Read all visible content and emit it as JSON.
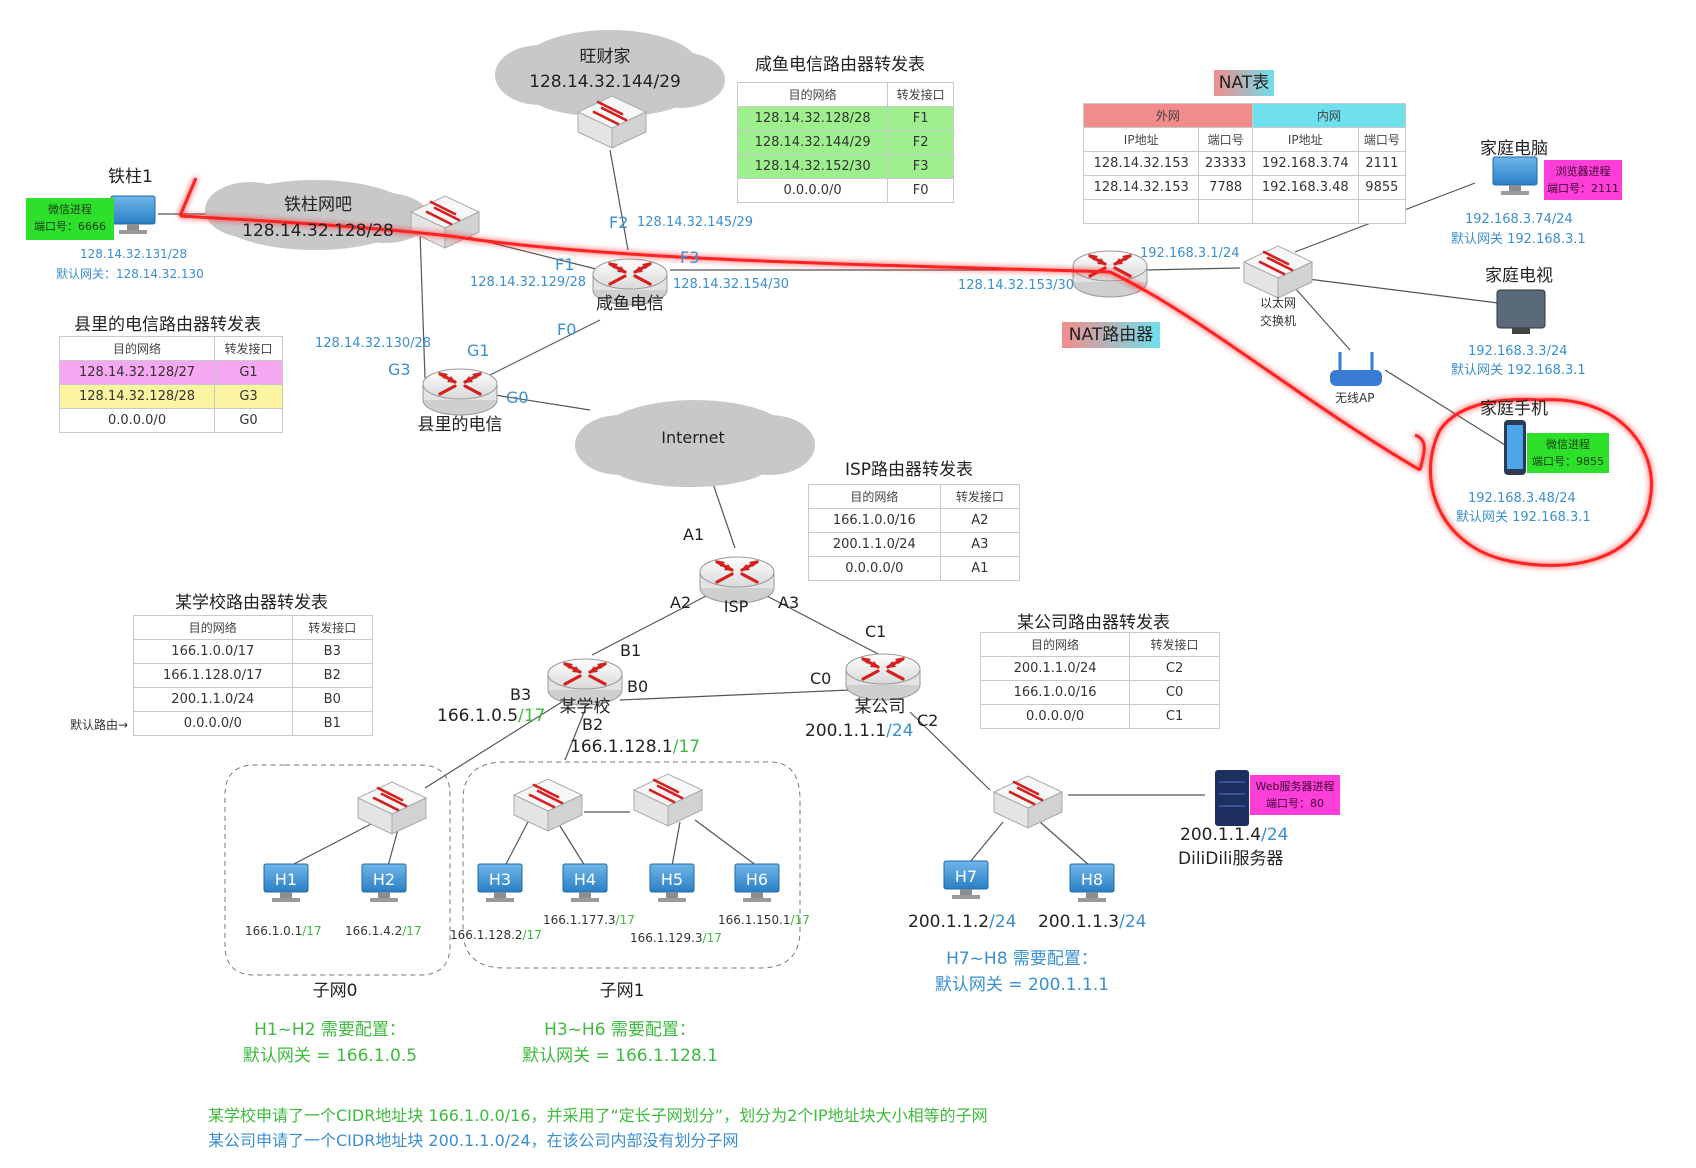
{
  "clouds": {
    "wangcai": {
      "name": "旺财家",
      "net": "128.14.32.144/29"
    },
    "netbar": {
      "name": "铁柱网吧",
      "net": "128.14.32.128/28"
    },
    "internet": {
      "name": "Internet"
    }
  },
  "tiezhu": {
    "name": "铁柱1",
    "process": "微信进程",
    "port": "端口号：6666",
    "ip": "128.14.32.131/28",
    "gateway": "默认网关：128.14.32.130"
  },
  "xianyu": {
    "router_label": "咸鱼电信",
    "table_title": "咸鱼电信路由器转发表",
    "headers": [
      "目的网络",
      "转发接口"
    ],
    "rows": [
      [
        "128.14.32.128/28",
        "F1"
      ],
      [
        "128.14.32.144/29",
        "F2"
      ],
      [
        "128.14.32.152/30",
        "F3"
      ],
      [
        "0.0.0.0/0",
        "F0"
      ]
    ],
    "if_f2": "F2",
    "ip_f2": "128.14.32.145/29",
    "if_f1": "F1",
    "ip_f1": "128.14.32.129/28",
    "if_f3": "F3",
    "ip_f3": "128.14.32.154/30",
    "if_f0": "F0"
  },
  "county": {
    "router_label": "县里的电信",
    "table_title": "县里的电信路由器转发表",
    "headers": [
      "目的网络",
      "转发接口"
    ],
    "rows": [
      [
        "128.14.32.128/27",
        "G1"
      ],
      [
        "128.14.32.128/28",
        "G3"
      ],
      [
        "0.0.0.0/0",
        "G0"
      ]
    ],
    "ip_g3": "128.14.32.130/28",
    "if_g1": "G1",
    "if_g3": "G3",
    "if_g0": "G0"
  },
  "nat": {
    "title": "NAT表",
    "outer": "外网",
    "inner": "内网",
    "headers": [
      "IP地址",
      "端口号",
      "IP地址",
      "端口号"
    ],
    "rows": [
      [
        "128.14.32.153",
        "23333",
        "192.168.3.74",
        "2111"
      ],
      [
        "128.14.32.153",
        "7788",
        "192.168.3.48",
        "9855"
      ],
      [
        "",
        "",
        "",
        ""
      ]
    ],
    "router_label": "NAT路由器",
    "ip_in": "192.168.3.1/24",
    "ip_out": "128.14.32.153/30"
  },
  "home": {
    "switch_label": "以太网\n交换机",
    "switch_l1": "以太网",
    "switch_l2": "交换机",
    "pc_name": "家庭电脑",
    "pc_process": "浏览器进程",
    "pc_port": "端口号：2111",
    "pc_ip": "192.168.3.74/24",
    "pc_gw": "默认网关 192.168.3.1",
    "tv_name": "家庭电视",
    "tv_ip": "192.168.3.3/24",
    "tv_gw": "默认网关 192.168.3.1",
    "ap_label": "无线AP",
    "phone_name": "家庭手机",
    "phone_process": "微信进程",
    "phone_port": "端口号：9855",
    "phone_ip": "192.168.3.48/24",
    "phone_gw": "默认网关 192.168.3.1"
  },
  "isp": {
    "router_label": "ISP",
    "table_title": "ISP路由器转发表",
    "headers": [
      "目的网络",
      "转发接口"
    ],
    "rows": [
      [
        "166.1.0.0/16",
        "A2"
      ],
      [
        "200.1.1.0/24",
        "A3"
      ],
      [
        "0.0.0.0/0",
        "A1"
      ]
    ],
    "a1": "A1",
    "a2": "A2",
    "a3": "A3"
  },
  "school": {
    "router_label": "某学校",
    "table_title": "某学校路由器转发表",
    "headers": [
      "目的网络",
      "转发接口"
    ],
    "rows": [
      [
        "166.1.0.0/17",
        "B3"
      ],
      [
        "166.1.128.0/17",
        "B2"
      ],
      [
        "200.1.1.0/24",
        "B0"
      ],
      [
        "0.0.0.0/0",
        "B1"
      ]
    ],
    "default_route": "默认路由→",
    "b0": "B0",
    "b1": "B1",
    "b2": "B2",
    "b3": "B3",
    "b3_ip": "166.1.0.5",
    "b3_mask": "/17",
    "b2_ip": "166.1.128.1",
    "b2_mask": "/17"
  },
  "company": {
    "router_label": "某公司",
    "table_title": "某公司路由器转发表",
    "headers": [
      "目的网络",
      "转发接口"
    ],
    "rows": [
      [
        "200.1.1.0/24",
        "C2"
      ],
      [
        "166.1.0.0/16",
        "C0"
      ],
      [
        "0.0.0.0/0",
        "C1"
      ]
    ],
    "c0": "C0",
    "c1": "C1",
    "c2": "C2",
    "c2_ip": "200.1.1.1",
    "c2_mask": "/24"
  },
  "hosts": {
    "h1": {
      "name": "H1",
      "ip": "166.1.0.1",
      "mask": "/17"
    },
    "h2": {
      "name": "H2",
      "ip": "166.1.4.2",
      "mask": "/17"
    },
    "h3": {
      "name": "H3",
      "ip": "166.1.128.2",
      "mask": "/17"
    },
    "h4": {
      "name": "H4",
      "ip": "166.1.177.3",
      "mask": "/17"
    },
    "h5": {
      "name": "H5",
      "ip": "166.1.129.3",
      "mask": "/17"
    },
    "h6": {
      "name": "H6",
      "ip": "166.1.150.1",
      "mask": "/17"
    },
    "h7": {
      "name": "H7",
      "ip": "200.1.1.2",
      "mask": "/24"
    },
    "h8": {
      "name": "H8",
      "ip": "200.1.1.3",
      "mask": "/24"
    }
  },
  "server": {
    "process": "Web服务器进程",
    "port": "端口号：80",
    "ip": "200.1.1.4",
    "mask": "/24",
    "name": "DiliDili服务器"
  },
  "subnets": {
    "s0": "子网0",
    "s1": "子网1",
    "s0_cfg1": "H1~H2 需要配置：",
    "s0_cfg2": "默认网关 = 166.1.0.5",
    "s1_cfg1": "H3~H6 需要配置：",
    "s1_cfg2": "默认网关 = 166.1.128.1",
    "co_cfg1": "H7~H8 需要配置：",
    "co_cfg2": "默认网关 = 200.1.1.1"
  },
  "notes": {
    "line1": "某学校申请了一个CIDR地址块 166.1.0.0/16，并采用了“定长子网划分”，划分为2个IP地址块大小相等的子网",
    "line2": "某公司申请了一个CIDR地址块 200.1.1.0/24，在该公司内部没有划分子网"
  },
  "colors": {
    "blue_text": "#3a8fd0",
    "green_text": "#3dbb3d",
    "highlight_path": "#ff2020",
    "cloud": "#c8c8c8",
    "router_arrow": "#d4201e"
  }
}
